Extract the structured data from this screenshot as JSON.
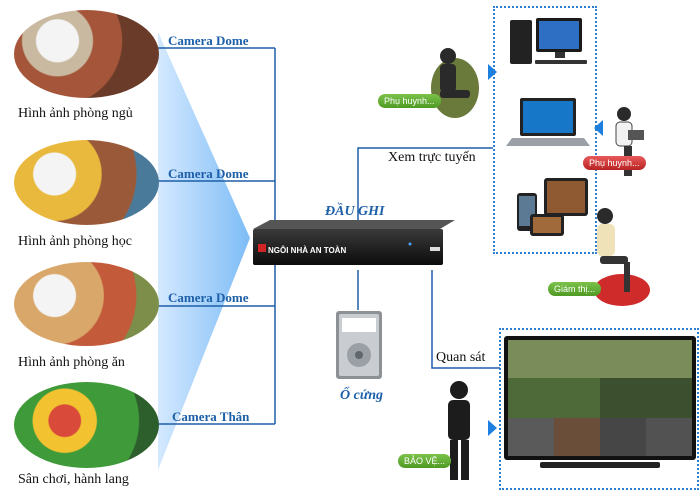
{
  "rooms": [
    {
      "label": "Hình ảnh phòng ngủ",
      "camera": "Camera Dome"
    },
    {
      "label": "Hình ảnh phòng học",
      "camera": "Camera Dome"
    },
    {
      "label": "Hình ảnh phòng ăn",
      "camera": "Camera Dome"
    },
    {
      "label": "Sân chơi, hành lang",
      "camera": "Camera Thân"
    }
  ],
  "recorder": {
    "title": "ĐẦU GHI",
    "brand": "NGÔI NHÀ AN TOÀN"
  },
  "hdd": {
    "label": "Ổ cứng"
  },
  "online": {
    "label": "Xem trực tuyến"
  },
  "monitor": {
    "label": "Quan sát"
  },
  "viewers": {
    "parent1": "Phụ huynh...",
    "parent2": "Phụ huynh...",
    "supervisor": "Giám thị...",
    "guard": "BẢO VỆ..."
  },
  "colors": {
    "line": "#1d5fa8",
    "accent_green": "#5aa92e",
    "accent_red": "#c92b2b",
    "dotted": "#2f7fd1"
  }
}
